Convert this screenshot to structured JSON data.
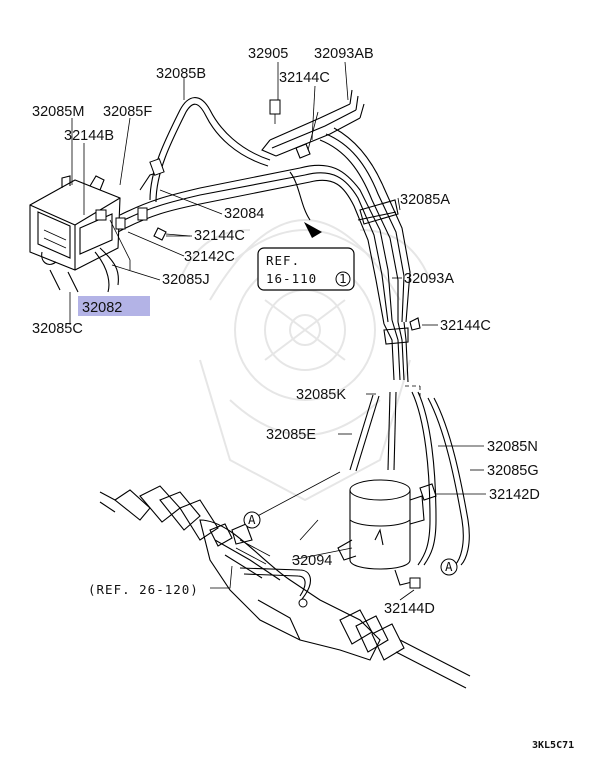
{
  "watermark": {
    "description_icon": "emblem-watermark-icon"
  },
  "part_labels": {
    "p32905": "32905",
    "p32093AB": "32093AB",
    "p32085B": "32085B",
    "p32144C_top": "32144C",
    "p32085M": "32085M",
    "p32085F": "32085F",
    "p32144B": "32144B",
    "p32085A": "32085A",
    "p32084": "32084",
    "p32144C_mid": "32144C",
    "p32142C": "32142C",
    "p32085J": "32085J",
    "p32093A": "32093A",
    "p32082": "32082",
    "p32085C": "32085C",
    "p32144C_right": "32144C",
    "p32085K": "32085K",
    "p32085E": "32085E",
    "p32085N": "32085N",
    "p32085G": "32085G",
    "p32142D": "32142D",
    "p32094": "32094",
    "p32144D": "32144D"
  },
  "references": {
    "ref_box_line1": "REF.",
    "ref_box_line2": "16-110",
    "ref_box_circled": "1",
    "ref_steering": "(REF. 26-120)"
  },
  "markers": {
    "marker_a_left": "A",
    "marker_a_right": "A"
  },
  "highlight": {
    "part": "32082",
    "color": "#b3b3e6"
  },
  "diagram_code": "3KL5C71"
}
